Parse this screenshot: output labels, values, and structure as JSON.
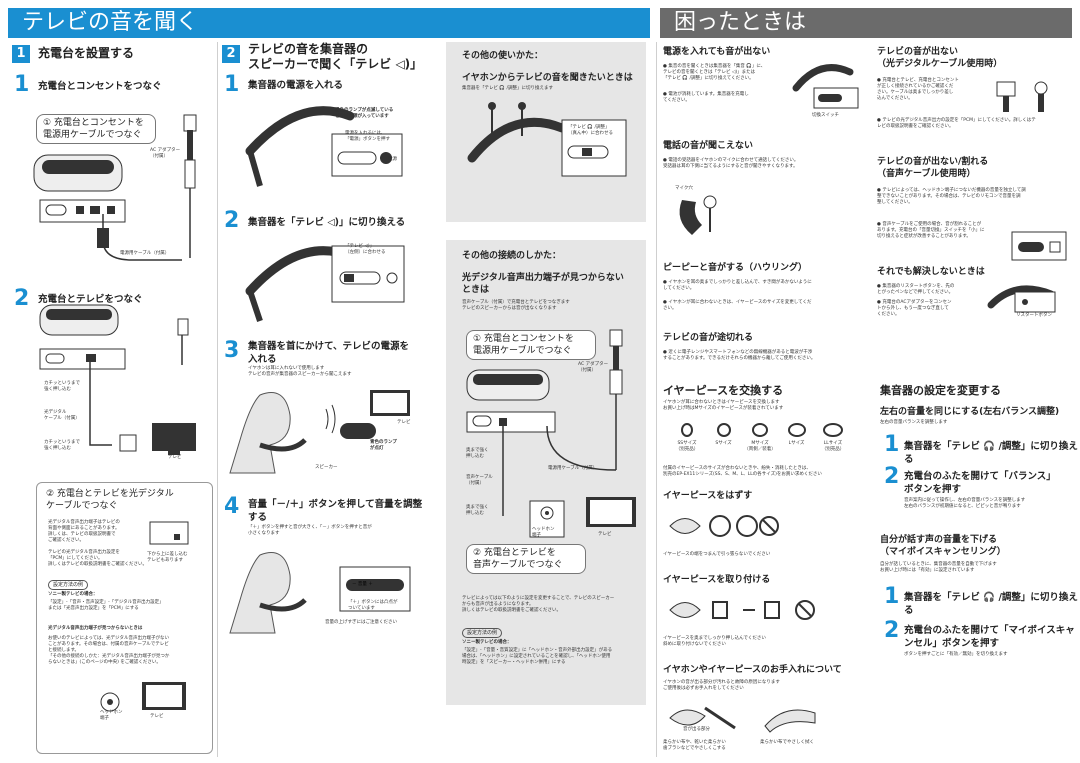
{
  "banner_left": "テレビの音を聞く",
  "banner_right": "困ったときは",
  "sec1": {
    "num": "1",
    "title": "充電台を設置する",
    "step1_num": "1",
    "step1": "充電台とコンセントをつなぐ",
    "callout1": "① 充電台とコンセントを\n電源用ケーブルでつなぐ",
    "ac_label": "AC アダプター\n（付属）",
    "cable_label": "電源用ケーブル（付属）",
    "step2_num": "2",
    "step2": "充電台とテレビをつなぐ",
    "hold1": "カチッというまで\n強く押し込む",
    "optical_cable": "光デジタル\nケーブル（付属）",
    "hold2": "カチッというまで\n強く押し込む",
    "tv": "テレビ",
    "callout2": "② 充電台とテレビを光デジタル\nケーブルでつなぐ",
    "desc1": "光デジタル音声出力端子はテレビの\n背面や側面にあることがあります。\n詳しくは、テレビの取扱説明書で\nご確認ください。",
    "desc2": "テレビの光デジタル音声出力設定を\n「PCM」にしてください。\n詳しくはテレビの取扱説明書をご確認ください。",
    "tv_note": "下から上に差し込む\nテレビもあります",
    "example_badge": "設定方法の例",
    "sony_tv": "ソニー製テレビの場合：",
    "sony_path": "「設定」-「音声・音声設定」-「デジタル音声出力設定」\nまたは「光音声出力設定」を「PCM」にする",
    "not_found_title": "光デジタル音声出力端子が見つからないときは",
    "not_found_body": "お使いのテレビによっては、光デジタル音声出力端子がない\nことがあります。その場合は、付属の音声ケーブルでテレビ\nと接続します。\n「その他の接続のしかた：光デジタル音声出力端子が見つか\nらないときは」(このページの中央) をご確認ください。",
    "headphone": "ヘッドホン\n端子",
    "tv2": "テレビ"
  },
  "sec2": {
    "num": "2",
    "title": "テレビの音を集音器の\nスピーカーで聞く「テレビ ◁)」",
    "step1_num": "1",
    "step1": "集音器の電源を入れる",
    "note1": "緑色のランプが点滅している\nときは電源が入っています",
    "note1b": "電源を入れるには、\n「電源」ボタンを押す",
    "power": "電源",
    "step2_num": "2",
    "step2": "集音器を「テレビ ◁)」に切り換える",
    "note2": "「テレビ ◁)」\n（左側）に合わせる",
    "step3_num": "3",
    "step3": "集音器を首にかけて、テレビの電源を\n入れる",
    "step3_sub": "イヤホンは耳に入れないで使用します\nテレビの音声が集音器のスピーカーから聞こえます",
    "tv": "テレビ",
    "lamp": "青色のランプ\nが点灯",
    "speaker": "スピーカー",
    "step4_num": "4",
    "step4": "音量「－/＋」ボタンを押して音量を調整\nする",
    "step4_sub": "「＋」ボタンを押すと音が大きく、「－」ボタンを押すと音が\n小さくなります",
    "volume": "－ 音量 ＋",
    "plus_note": "「＋」ボタンには凸点が\nついています",
    "up_note": "音量の上げすぎにはご注意ください"
  },
  "mid": {
    "other_use_title": "その他の使いかた：",
    "earphone_title": "イヤホンからテレビの音を聞きたいときは",
    "earphone_sub": "集音器を「テレビ 🎧 /調整」に切り換えます",
    "earphone_note": "「テレビ 🎧 /調整」\n（真ん中）に合わせる",
    "other_conn_title": "その他の接続のしかた：",
    "optical_missing": "光デジタル音声出力端子が見つからない\nときは",
    "optical_sub": "音声ケーブル（付属）で充電台とテレビをつなぎます\nテレビのスピーカーからは音が出なくなります",
    "callout1": "① 充電台とコンセントを\n電源用ケーブルでつなぐ",
    "ac": "AC アダプター\n（付属）",
    "hold1": "奥まで強く\n押し込む",
    "audio_cable": "音声ケーブル\n（付属）",
    "hold2": "奥まで強く\n押し込む",
    "power_cable": "電源用ケーブル（付属）",
    "headphone": "ヘッドホン\n端子",
    "tv": "テレビ",
    "callout2": "② 充電台とテレビを\n音声ケーブルでつなぐ",
    "tv_setting": "テレビによっては以下のように設定を変更することで、テレビのスピーカー\nからも音声が出るようになります。\n詳しくはテレビの取扱説明書をご確認ください。",
    "example_badge": "設定方法の例",
    "sony_tv": "ソニー製テレビの場合：",
    "sony_path": "「設定」-「音量・音質設定」に「ヘッドホン・音声外部出力設定」がある\n場合は、「ヘッドホン」に設定されていることを確認し、「ヘッドホン使用\n時設定」を「スピーカー・ヘッドホン併用」にする"
  },
  "trouble": {
    "no_sound_power": "電源を入れても音が出ない",
    "no_sound_power_b1": "集音の音を聞くときは集音器を「集音 🎧」に、\nテレビの音を聞くときは「テレビ ◁)」または\n「テレビ 🎧 /調整」に切り換えてください。",
    "no_sound_power_b2": "電池が消耗しています。集音器を充電し\nてください。",
    "switch": "切換スイッチ",
    "hard_to_hear": "電話の音が聞こえない",
    "hard_to_hear_b1": "電話の受話器をイヤホンのマイクに合わせて通話してください。\n受話器は耳の下側に当てるようにすると音が聞きやすくなります。",
    "mic": "マイク穴",
    "howling": "ピーピーと音がする（ハウリング）",
    "howling_b1": "イヤホンを耳の奥までしっかりと差し込んで、すき間があかないように\nしてください。",
    "howling_b2": "イヤホンが耳に合わないときは、イヤーピースのサイズを変更してくだ\nさい。",
    "cut_off": "テレビの音が途切れる",
    "cut_off_b1": "近くに電子レンジやスマートフォンなどの無線機器があると電波が干渉\nすることがあります。できるだけそれらの機器から離してご使用ください。",
    "no_tv_optical": "テレビの音が出ない\n（光デジタルケーブル使用時）",
    "no_tv_optical_b1": "充電台とテレビ、充電台とコンセント\nが正しく接続されているかご確認くだ\nさい。ケーブルは奥までしっかり差し\n込んでください。",
    "no_tv_optical_b2": "テレビの光デジタル音声出力の設定を「PCM」にしてください。詳しくはテ\nレビの取扱説明書をご確認ください。",
    "no_tv_audio": "テレビの音が出ない/割れる\n（音声ケーブル使用時）",
    "no_tv_audio_b1": "テレビによっては、ヘッドホン端子につないだ機器の音量を独立して調\n整できないことがあります。その場合は、テレビのリモコンで音量を調\n整してください。",
    "no_tv_audio_b2": "音声ケーブルをご使用の場合、音が割れることが\nあります。充電台の「音量切換」スイッチを「小」に\n切り換えると症状が改善することがあります。",
    "unsolved": "それでも解決しないときは",
    "unsolved_b1": "集音器のリスタートボタンを、先の\nとがったペンなどで押してください。",
    "unsolved_b2": "充電台のACアダプターをコンセン\nトから外し、もう一度つなぎ直して\nください。",
    "restart": "リスタートボタン"
  },
  "earpiece": {
    "title": "イヤーピースを交換する",
    "sub": "イヤホンが耳に合わないときはイヤーピースを交換します\nお買い上げ時はMサイズのイヤーピースが装着されています",
    "sizes": [
      "SSサイズ\n（別売品）",
      "Sサイズ",
      "Mサイズ\n（両側／装着）",
      "Lサイズ",
      "LLサイズ\n（別売品）"
    ],
    "lost_note": "付属のイヤーピースのサイズが合わないときや、紛失・消耗したときは、\n別売のEP-EX11シリーズ(SS、S、M、L、LLの各サイズ)をお買い求めください",
    "remove_title": "イヤーピースをはずす",
    "remove_sub": "イヤーピースの端をつまんで引っ張らないでください",
    "attach_title": "イヤーピースを取り付ける",
    "attach_sub": "イヤーピースを奥までしっかり押し込んでください\n斜めに取り付けないでください",
    "care_title": "イヤホンやイヤーピースのお手入れについて",
    "care_sub": "イヤホンの音が出る部分が汚れると故障の原因になります\nご使用後は必ずお手入れをしてください",
    "sound_part": "音が出る部分",
    "care1": "柔らかい布や、乾いた柔らかい\n歯ブラシなどでやさしくこする",
    "care2": "柔らかい布でやさしく拭く"
  },
  "settings": {
    "title": "集音器の設定を変更する",
    "balance_title": "左右の音量を同じにする(左右バランス調整)",
    "balance_sub": "左右の音量バランスを調整します",
    "b_step1_num": "1",
    "b_step1": "集音器を「テレビ 🎧 /調整」に切り換える",
    "b_step2_num": "2",
    "b_step2": "充電台のふたを開けて「バランス」\nボタンを押す",
    "b_step2_sub": "音声案内に従って操作し、左右の音量バランスを調整します\n左右のバランスが初期値になると、ピピッと音が鳴ります",
    "mic_title": "自分が話す声の音量を下げる\n（マイボイスキャンセリング）",
    "mic_sub": "自分が話しているときに、集音器の音量を自動で下げます\nお買い上げ時には「有効」に設定されています",
    "m_step1_num": "1",
    "m_step1": "集音器を「テレビ 🎧 /調整」に切り換える",
    "m_step2_num": "2",
    "m_step2": "充電台のふたを開けて「マイボイスキャ\nンセル」ボタンを押す",
    "m_step2_sub": "ボタンを押すごとに「有効／無効」を切り換えます"
  },
  "colors": {
    "accent": "#1a8fd1",
    "gray_banner": "#6b6b6b",
    "panel": "#e6e6e6"
  }
}
